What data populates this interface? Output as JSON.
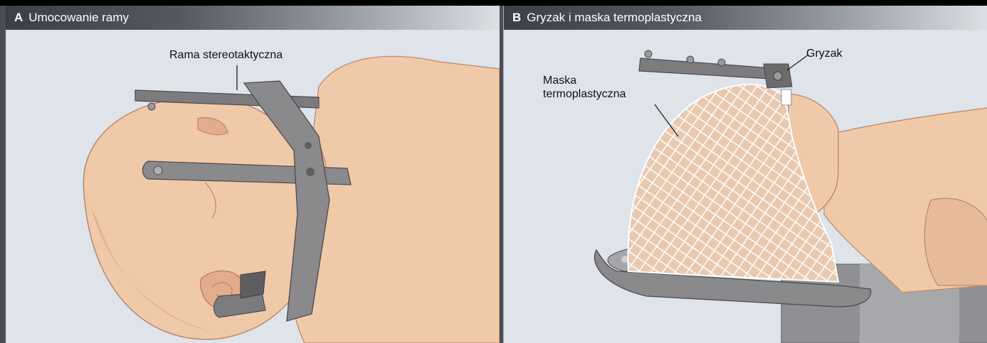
{
  "panel_a": {
    "letter": "A",
    "title": "Umocowanie ramy",
    "callout": "Rama stereotaktyczna"
  },
  "panel_b": {
    "letter": "B",
    "title": "Gryzak i maska termoplastyczna",
    "callout_bite": "Gryzak",
    "callout_mask_line1": "Maska",
    "callout_mask_line2": "termoplastyczna"
  },
  "colors": {
    "background": "#dfe3ea",
    "skin": "#f0c9a8",
    "skin_shadow": "#d9a985",
    "frame": "#7c7c7e",
    "mask": "#ffffff"
  }
}
